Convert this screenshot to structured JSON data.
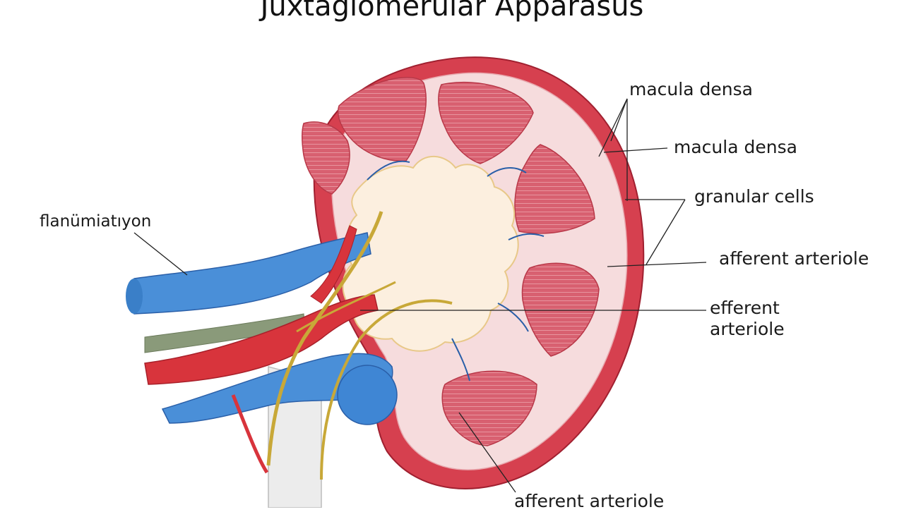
{
  "title": "Juxtaglomerular Apparasus",
  "labels": {
    "top_right_1": "macula densa",
    "top_right_2": "macula densa",
    "right_3": "granular cells",
    "right_4": "afferent  arteriole",
    "right_5_line1": "efferent",
    "right_5_line2": "arteriole",
    "left_1": "flanümiatıyon",
    "bottom_1": "afferent arteriole"
  },
  "colors": {
    "capsule": "#d4384a",
    "cortex": "#f5dfe0",
    "pyramid": "#d85a6a",
    "sinus": "#fbeedd",
    "vein": "#4a8fd8",
    "artery": "#d8343c",
    "ureter_band": "#8a9a7a",
    "nerve": "#c8a838"
  }
}
